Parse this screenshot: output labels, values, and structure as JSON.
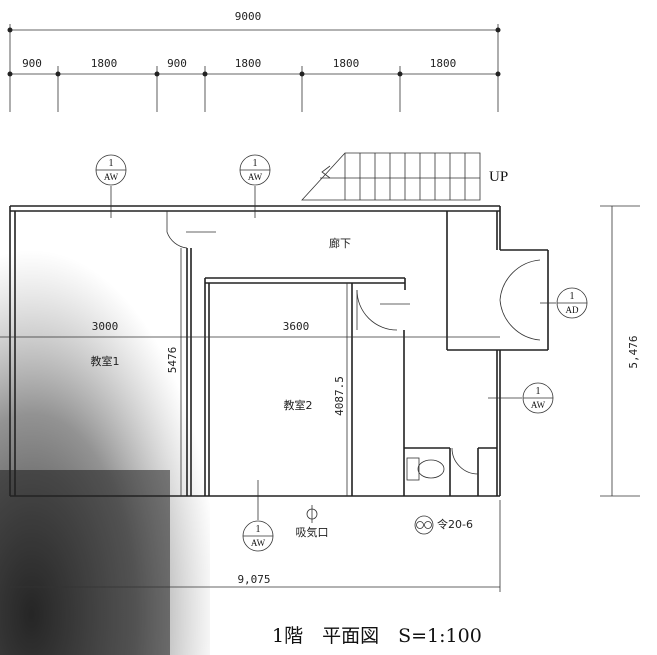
{
  "drawing": {
    "title": "1階　平面図　S=1:100",
    "overall_width": "9000",
    "segments": [
      "900",
      "1800",
      "900",
      "1800",
      "1800",
      "1800"
    ],
    "room_widths": [
      "3000",
      "3600"
    ],
    "room_heights": [
      "5476",
      "4087.5"
    ],
    "right_height": "5,476",
    "bottom_width": "9,075",
    "stair_label": "UP"
  },
  "rooms": {
    "corridor": "廊下",
    "classroom1": "教室1",
    "classroom2": "教室2"
  },
  "fixtures": {
    "intake": "吸気口",
    "flue": "令20-6"
  },
  "markers": [
    {
      "num": "1",
      "code": "AW"
    },
    {
      "num": "1",
      "code": "AW"
    },
    {
      "num": "1",
      "code": "AD"
    },
    {
      "num": "1",
      "code": "AW"
    },
    {
      "num": "1",
      "code": "AW"
    }
  ],
  "colors": {
    "ink": "#1a1a1a",
    "shade": "#1e1e1e"
  }
}
